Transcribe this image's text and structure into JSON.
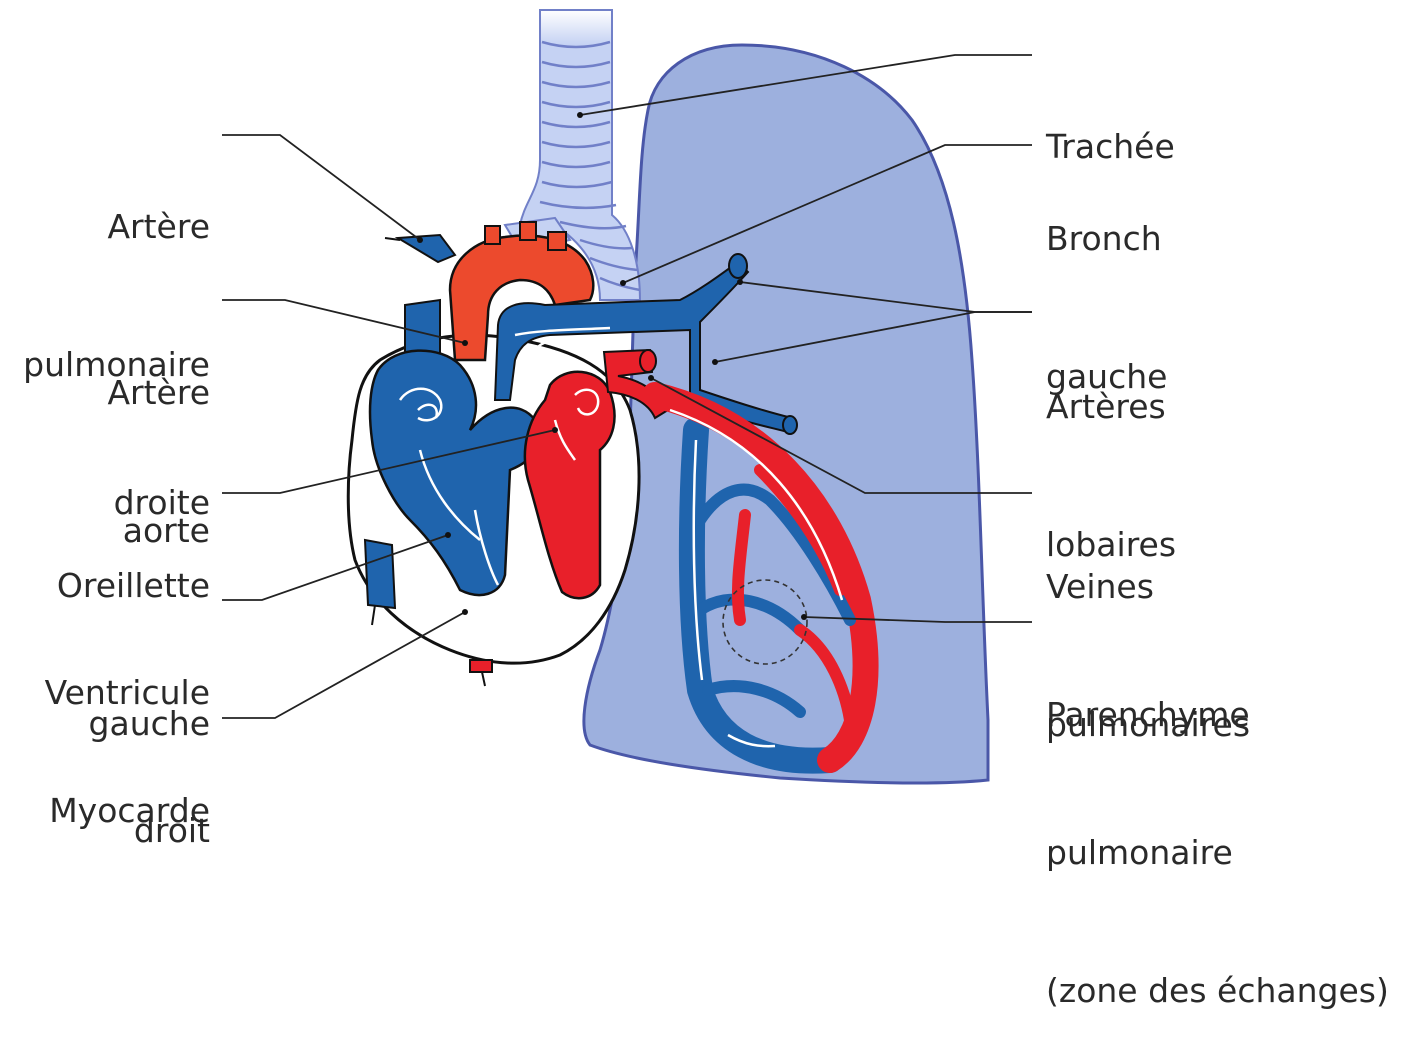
{
  "colors": {
    "lung": "#9db0de",
    "lung_outline": "#4a57a8",
    "trachea": "#c5d2f3",
    "trachea_outline": "#7180c8",
    "venous_blue": "#1f64ad",
    "arterial_red": "#e8202a",
    "aorta_orange": "#ec4a2d",
    "leader": "#222222"
  },
  "labels": {
    "trachee": [
      "Trachée"
    ],
    "bronche": [
      "Bronch",
      "gauche"
    ],
    "arteres_lobaires": [
      "Artères",
      "lobaires"
    ],
    "veines_pulmonaires": [
      "Veines",
      "pulmonaires"
    ],
    "parenchyme": [
      "Parenchyme",
      "pulmonaire",
      "(zone des échanges)"
    ],
    "artere_pulmonaire": [
      "Artère",
      "pulmonaire",
      "droite"
    ],
    "artere_aorte": [
      "Artère",
      "aorte"
    ],
    "oreillette": [
      "Oreillette",
      "gauche"
    ],
    "ventricule": [
      "Ventricule",
      "droit"
    ],
    "myocarde": [
      "Myocarde"
    ]
  }
}
